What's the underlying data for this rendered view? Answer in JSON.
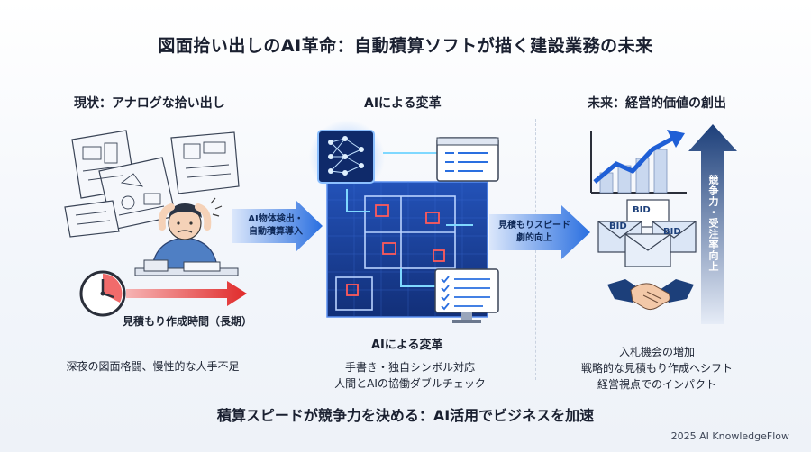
{
  "title": "図面拾い出しのAI革命：自動積算ソフトが描く建設業務の未来",
  "left": {
    "heading": "現状：アナログな拾い出し",
    "timer_label": "見積もり作成時間（長期）",
    "caption": "深夜の図面格闘、慢性的な人手不足"
  },
  "arrow1": {
    "line1": "AI物体検出・",
    "line2": "自動積算導入"
  },
  "middle": {
    "heading": "AIによる変革",
    "sub_heading": "AIによる変革",
    "caption_line1": "手書き・独自シンボル対応",
    "caption_line2": "人間とAIの協働ダブルチェック"
  },
  "arrow2": {
    "line1": "見積もりスピード",
    "line2": "劇的向上"
  },
  "right": {
    "heading": "未来：経営的価値の創出",
    "vertical_label": "競争力・受注率向上",
    "bid_label": "BID",
    "caption_line1": "入札機会の増加",
    "caption_line2": "戦略的な見積もり作成へシフト",
    "caption_line3": "経営視点でのインパクト"
  },
  "bottom_message": "積算スピードが競争力を決める：AI活用でビジネスを加速",
  "copyright": "2025 AI KnowledgeFlow",
  "colors": {
    "accent_blue": "#1f5fd6",
    "navy": "#1c3f7a",
    "red": "#e23a3a",
    "blueprint": "#1a3c8c"
  },
  "icons": [
    "blueprint-sheets-icon",
    "stressed-worker-icon",
    "clock-icon",
    "neural-network-icon",
    "monitor-icon",
    "growth-chart-icon",
    "bid-envelope-icon",
    "handshake-icon"
  ]
}
